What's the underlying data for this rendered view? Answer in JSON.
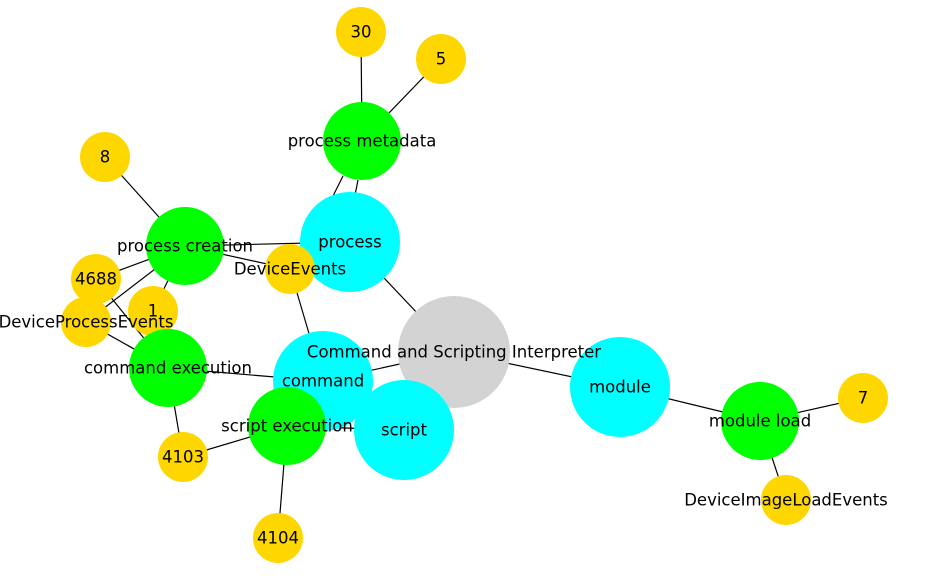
{
  "colors": {
    "root": "#d3d3d3",
    "data_component": "#00ffff",
    "event_type": "#00ff00",
    "source": "#ffd700",
    "edge": "#000000"
  },
  "nodes": {
    "root": "Command and Scripting Interpreter",
    "process": "process",
    "command": "command",
    "script": "script",
    "module": "module",
    "process_metadata": "process metadata",
    "process_creation": "process creation",
    "command_execution": "command execution",
    "script_execution": "script execution",
    "module_load": "module load",
    "n30": "30",
    "n5": "5",
    "n8": "8",
    "n4688": "4688",
    "n1": "1",
    "device_events": "DeviceEvents",
    "device_process_events": "DeviceProcessEvents",
    "n4103": "4103",
    "n4104": "4104",
    "n7": "7",
    "device_image_load_events": "DeviceImageLoadEvents"
  }
}
